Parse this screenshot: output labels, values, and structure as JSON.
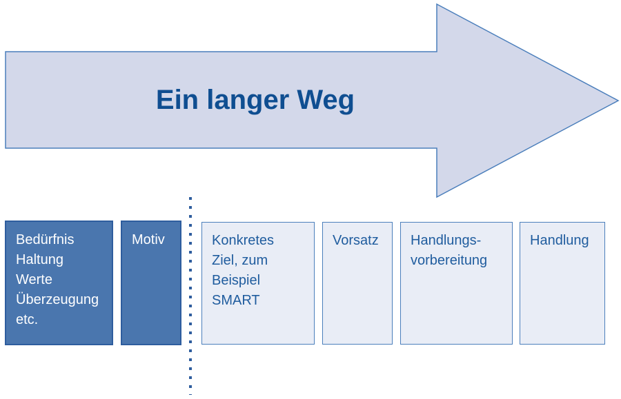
{
  "diagram": {
    "arrow": {
      "label": "Ein langer Weg",
      "fill": "#d3d8ea",
      "border": "#4a7ebb",
      "text_color": "#0f4e91"
    },
    "divider": {
      "style": "dotted-vertical",
      "color": "#2e5d9e"
    },
    "boxes": [
      {
        "label": "Bedürfnis\nHaltung\nWerte\nÜberzeugung\netc.",
        "variant": "dark"
      },
      {
        "label": "Motiv",
        "variant": "dark"
      },
      {
        "label": "Konkretes\nZiel, zum\nBeispiel\nSMART",
        "variant": "light"
      },
      {
        "label": "Vorsatz",
        "variant": "light"
      },
      {
        "label": "Handlungs-\nvorbereitung",
        "variant": "light"
      },
      {
        "label": "Handlung",
        "variant": "light"
      }
    ],
    "colors": {
      "dark_fill": "#4a76ae",
      "dark_border": "#2e5d9e",
      "dark_text": "#ffffff",
      "light_fill": "#e9edf6",
      "light_border": "#4a7ebb",
      "light_text": "#1f5c9e"
    }
  }
}
